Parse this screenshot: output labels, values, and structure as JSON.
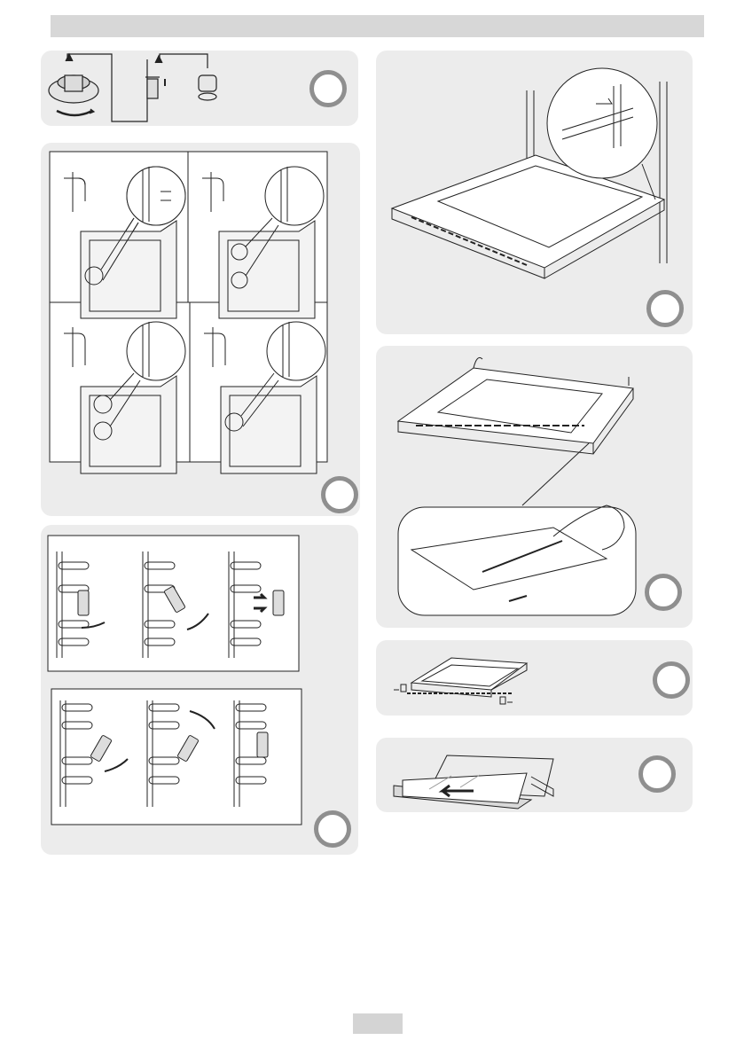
{
  "page": {
    "page_number_label": "",
    "colors": {
      "header_bar": "#d7d7d7",
      "panel_bg": "#ececec",
      "step_circle_border": "#8f8f8f",
      "line_art": "#222222"
    }
  },
  "panels": [
    {
      "id": "lamp-cover-removal",
      "step_label": "",
      "icons": [
        "lamp-cover-icon",
        "bulb-icon",
        "cap-icon",
        "rotate-arrow-icon"
      ]
    },
    {
      "id": "shelf-support-positions",
      "step_label": "",
      "icons": [
        "shelf-wire-icon",
        "oven-cavity-icon",
        "magnifier-callout-icon"
      ]
    },
    {
      "id": "side-rack-removal",
      "step_label": "",
      "icons": [
        "rack-rail-icon",
        "rotate-arrow-icon",
        "push-arrow-icon"
      ]
    },
    {
      "id": "door-hinge-lock",
      "step_label": "",
      "icons": [
        "hinge-icon",
        "oven-door-icon",
        "magnifier-callout-icon"
      ]
    },
    {
      "id": "door-screw-removal",
      "step_label": "",
      "icons": [
        "oven-door-icon",
        "screwdriver-icon",
        "screw-icon"
      ]
    },
    {
      "id": "door-trim-removal",
      "step_label": "",
      "icons": [
        "oven-door-icon",
        "trim-icon"
      ]
    },
    {
      "id": "door-glass-removal",
      "step_label": "",
      "icons": [
        "glass-panel-icon",
        "pull-arrow-icon"
      ]
    }
  ]
}
